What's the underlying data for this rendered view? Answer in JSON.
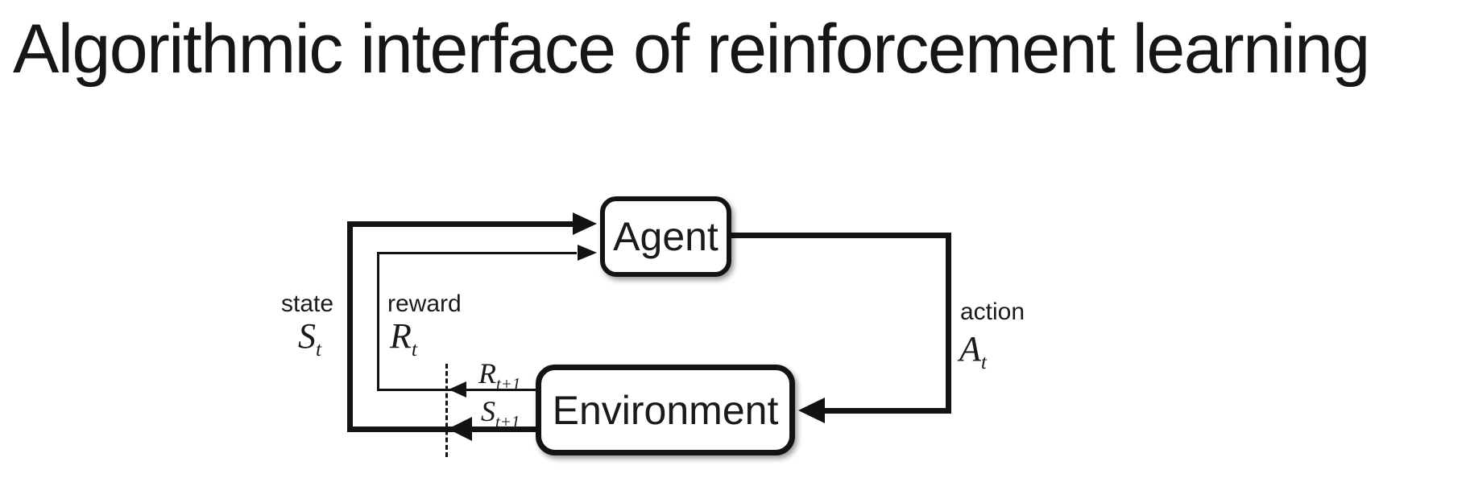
{
  "title": "Algorithmic interface of reinforcement learning",
  "diagram": {
    "agent": {
      "label": "Agent"
    },
    "environment": {
      "label": "Environment"
    },
    "state": {
      "word": "state",
      "base": "S",
      "sub": "t"
    },
    "reward": {
      "word": "reward",
      "base": "R",
      "sub": "t"
    },
    "action": {
      "word": "action",
      "base": "A",
      "sub": "t"
    },
    "next_reward": {
      "base": "R",
      "sub": "t+1"
    },
    "next_state": {
      "base": "S",
      "sub": "t+1"
    },
    "colors": {
      "ink": "#131313",
      "background": "#ffffff"
    }
  }
}
